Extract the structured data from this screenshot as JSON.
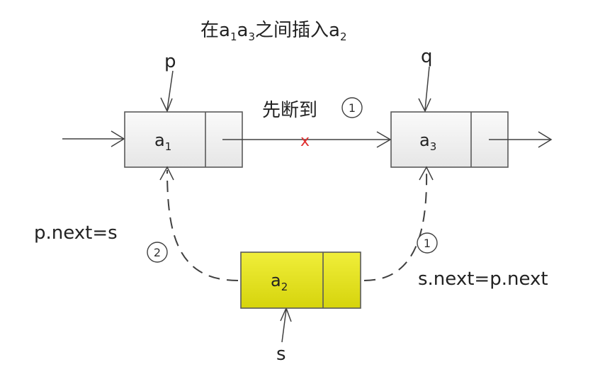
{
  "title": {
    "prefix": "在",
    "n1": "a",
    "n1_sub": "1",
    "n2": "a",
    "n2_sub": "3",
    "mid": "之间插入",
    "n3": "a",
    "n3_sub": "2"
  },
  "pointers": {
    "p": "p",
    "q": "q",
    "s": "s"
  },
  "nodes": {
    "a1": {
      "name": "a",
      "sub": "1"
    },
    "a3": {
      "name": "a",
      "sub": "3"
    },
    "a2": {
      "name": "a",
      "sub": "2"
    }
  },
  "annotations": {
    "break_first": "先断到",
    "break_marker": "x",
    "p_next": "p.next=s",
    "s_next": "s.next=p.next",
    "step1": "1",
    "step2": "2"
  },
  "colors": {
    "node_fill": "#f2f2f2",
    "highlight_fill": "#e8e61a",
    "break_mark": "#e03030",
    "line": "#404040"
  }
}
